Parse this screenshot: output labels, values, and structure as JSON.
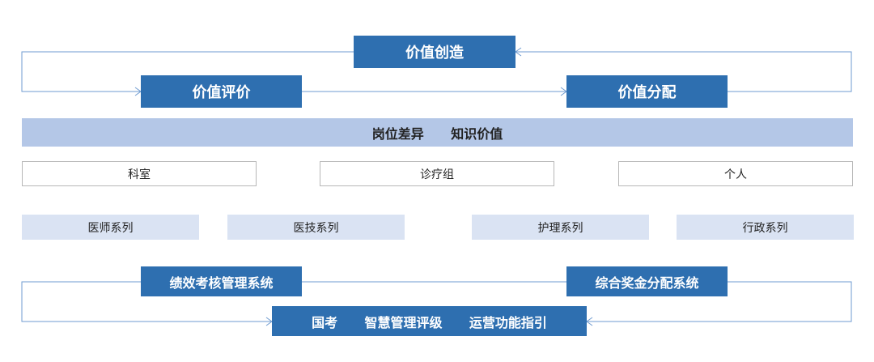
{
  "top": {
    "creation": "价值创造",
    "evaluation": "价值评价",
    "distribution": "价值分配"
  },
  "band": "岗位差异      知识价值",
  "levels": [
    "科室",
    "诊疗组",
    "个人"
  ],
  "series": [
    "医师系列",
    "医技系列",
    "护理系列",
    "行政系列"
  ],
  "systems": {
    "performance": "绩效考核管理系统",
    "bonus": "综合奖金分配系统"
  },
  "bottom": "国考      智慧管理评级      运营功能指引",
  "colors": {
    "dark_box": "#2e6fb0",
    "band": "#b4c7e7",
    "light_box": "#dae3f3",
    "connector": "#6f9bd0"
  }
}
